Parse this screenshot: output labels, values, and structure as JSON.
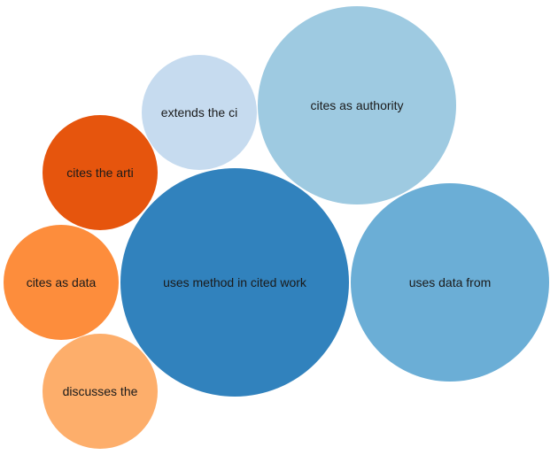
{
  "chart_data": {
    "type": "bubble",
    "title": "",
    "bubbles": [
      {
        "label": "uses method in cited work",
        "color": "#3182bd"
      },
      {
        "label": "cites as authority",
        "color": "#9ecae1"
      },
      {
        "label": "uses data from",
        "color": "#6baed6"
      },
      {
        "label": "extends the ci",
        "color": "#c6dbef"
      },
      {
        "label": "cites the arti",
        "color": "#e6550d"
      },
      {
        "label": "cites as data",
        "color": "#fd8d3c"
      },
      {
        "label": "discusses the",
        "color": "#fdae6b"
      }
    ]
  }
}
